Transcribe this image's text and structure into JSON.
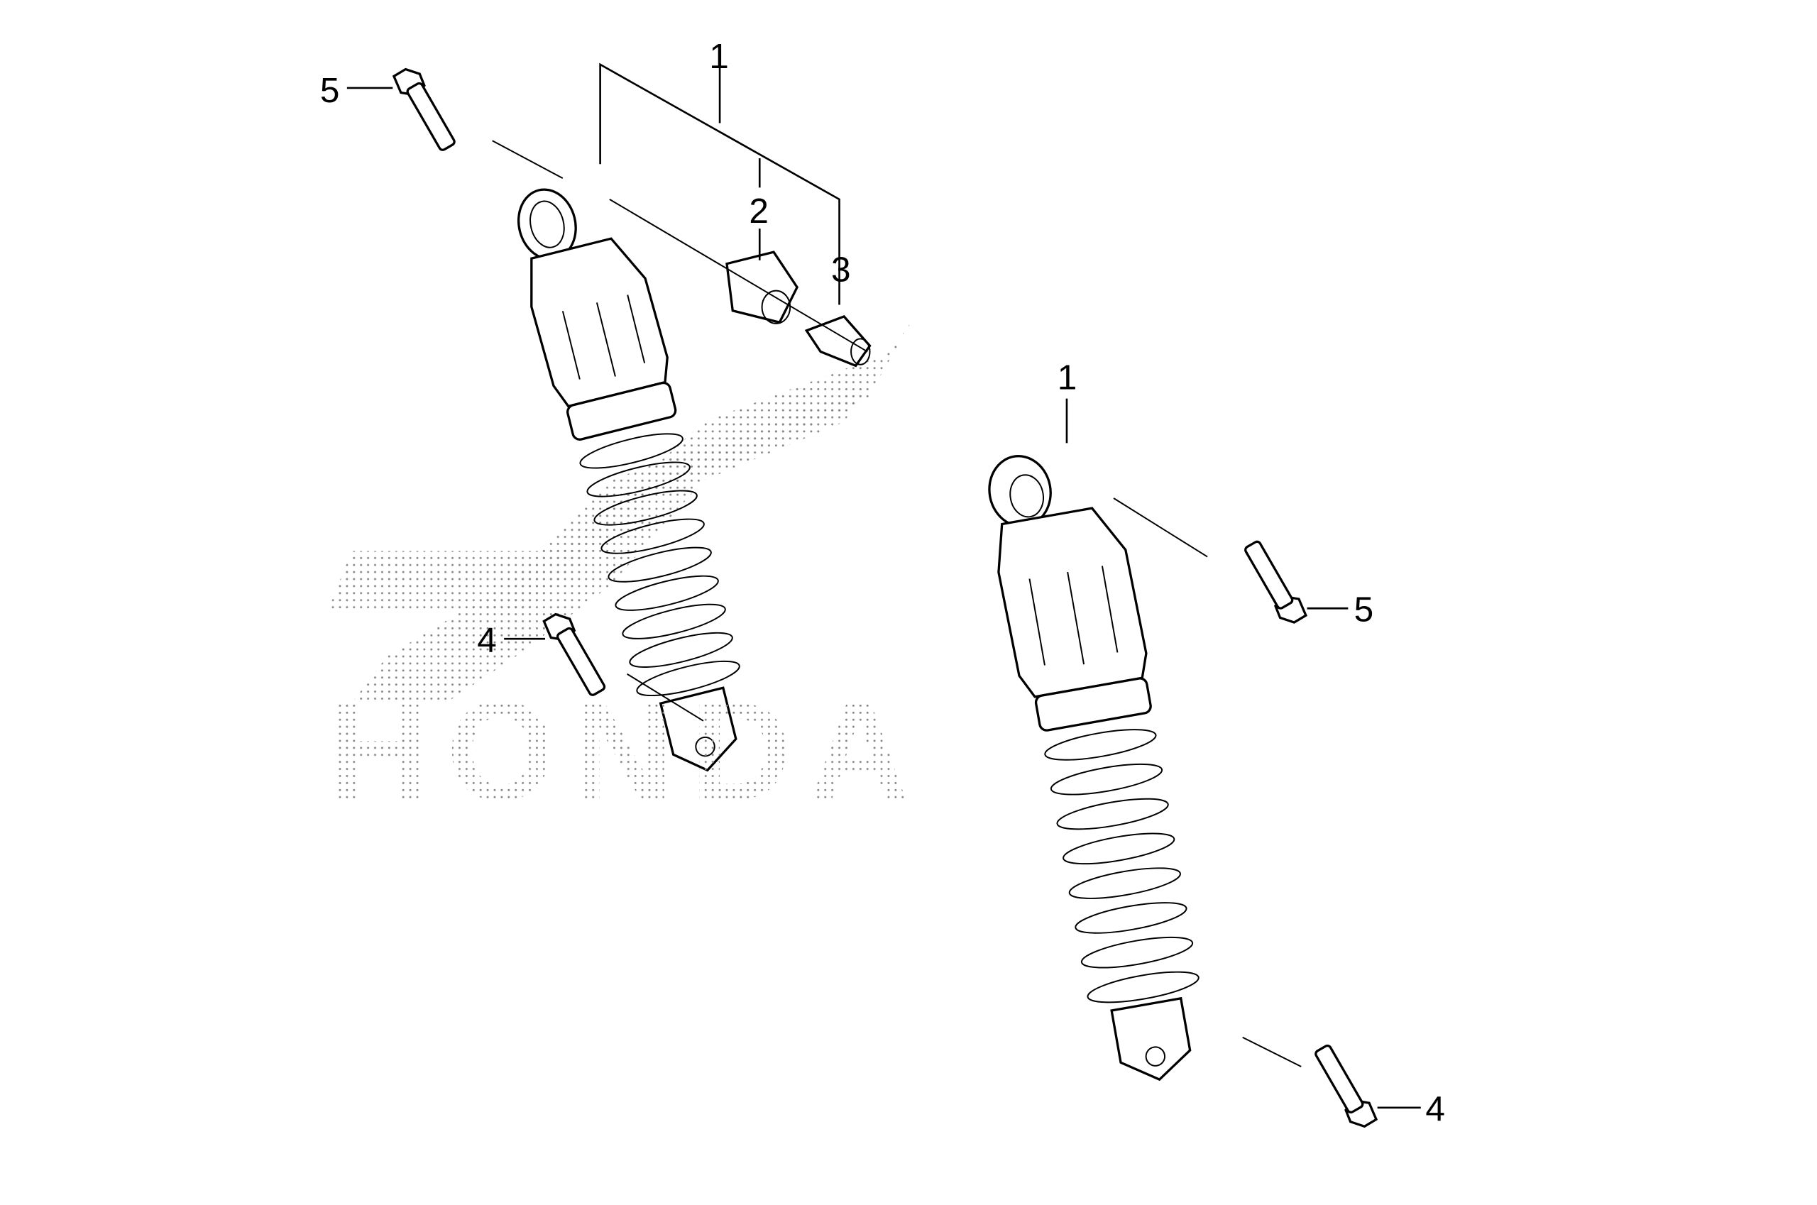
{
  "diagram": {
    "title": "Rear shock absorber exploded parts diagram",
    "watermark": "HONDA",
    "callouts_left": [
      {
        "id": "c1",
        "label": "1",
        "part": "rear-cushion-assembly"
      },
      {
        "id": "c2",
        "label": "2",
        "part": "bushing"
      },
      {
        "id": "c3",
        "label": "3",
        "part": "collar"
      },
      {
        "id": "c4",
        "label": "4",
        "part": "lower-bolt"
      },
      {
        "id": "c5",
        "label": "5",
        "part": "upper-bolt"
      }
    ],
    "callouts_right": [
      {
        "id": "c1",
        "label": "1",
        "part": "rear-cushion-assembly"
      },
      {
        "id": "c4",
        "label": "4",
        "part": "lower-bolt"
      },
      {
        "id": "c5",
        "label": "5",
        "part": "upper-bolt"
      }
    ]
  }
}
